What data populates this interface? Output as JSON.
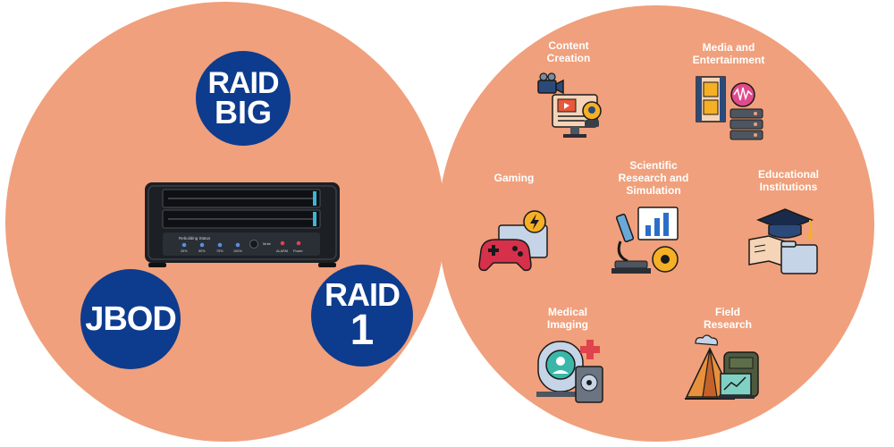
{
  "badges": {
    "raid_big": {
      "line1": "RAID",
      "line2": "BIG"
    },
    "jbod": {
      "line1": "JBOD"
    },
    "raid_1": {
      "line1": "RAID",
      "line2": "1"
    }
  },
  "device": {
    "status_label": "Rebuilding Status",
    "progress_labels": [
      "25%",
      "50%",
      "75%",
      "100%"
    ],
    "mute_label": "Mute",
    "alarm_label": "ALARM",
    "power_label": "Power"
  },
  "use_cases": [
    {
      "label": "Content\nCreation",
      "icon": "video-editing-icon"
    },
    {
      "label": "Media and\nEntertainment",
      "icon": "film-audio-server-icon"
    },
    {
      "label": "Gaming",
      "icon": "gamepad-icon"
    },
    {
      "label": "Scientific\nResearch and\nSimulation",
      "icon": "microscope-chart-icon"
    },
    {
      "label": "Educational\nInstitutions",
      "icon": "graduation-book-icon"
    },
    {
      "label": "Medical\nImaging",
      "icon": "mri-scanner-icon"
    },
    {
      "label": "Field\nResearch",
      "icon": "tent-camping-icon"
    }
  ],
  "colors": {
    "circle": "#f0a07c",
    "badge": "#0d3b8e",
    "device": "#1c1f24",
    "label": "#ffffff"
  }
}
